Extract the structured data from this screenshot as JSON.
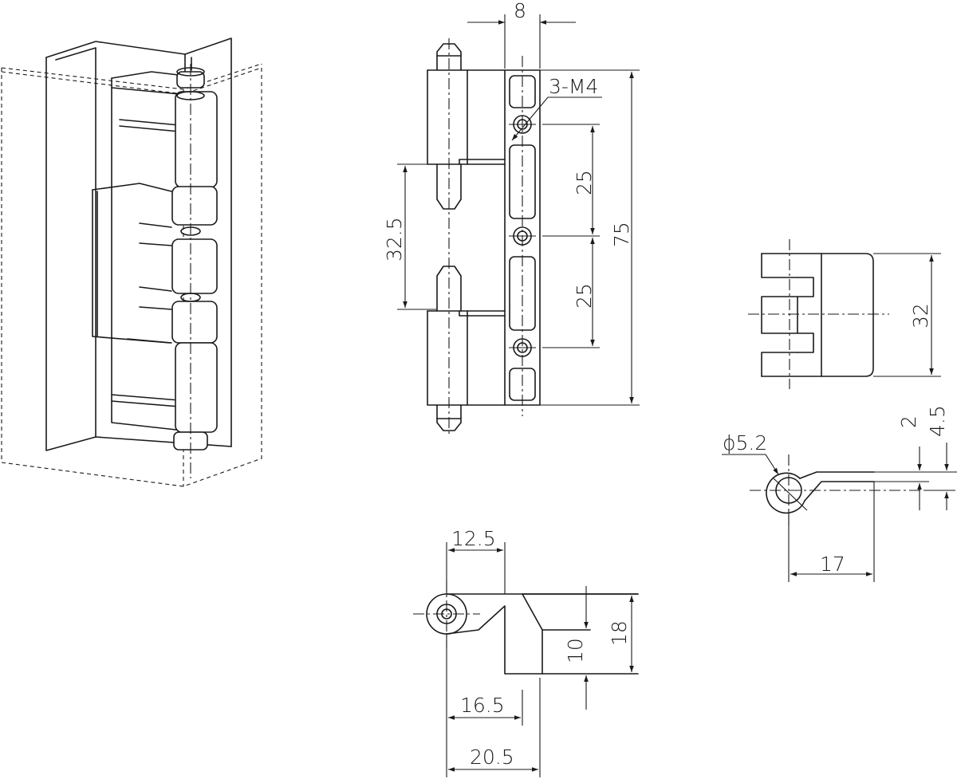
{
  "dimensions": {
    "front_width": "8",
    "thread": "3-M4",
    "hole_pitch_upper": "25",
    "hole_pitch_lower": "25",
    "overall_height": "75",
    "pin_spacing": "32.5",
    "side_height": "32",
    "pin_diameter": "ϕ5.2",
    "offset_a": "2",
    "offset_b": "4.5",
    "leaf_length": "17",
    "eye_offset": "12.5",
    "inner_height": "10",
    "outer_height": "18",
    "depth_a": "16.5",
    "depth_b": "20.5"
  }
}
